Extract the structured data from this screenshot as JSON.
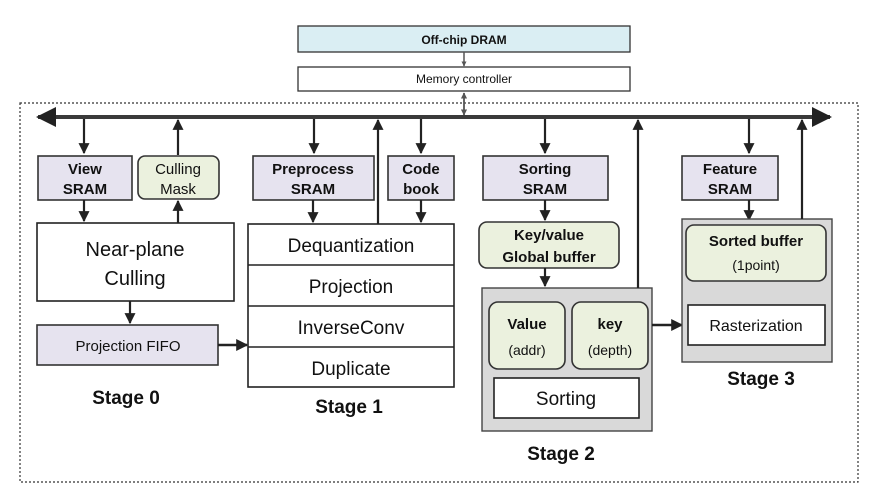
{
  "top": {
    "dram": "Off-chip DRAM",
    "controller": "Memory controller"
  },
  "stage0": {
    "view_sram": [
      "View",
      "SRAM"
    ],
    "culling_mask": [
      "Culling",
      "Mask"
    ],
    "near_plane": [
      "Near-plane",
      "Culling"
    ],
    "fifo": "Projection FIFO",
    "label": "Stage 0"
  },
  "stage1": {
    "preprocess_sram": [
      "Preprocess",
      "SRAM"
    ],
    "code_book": [
      "Code",
      "book"
    ],
    "ops": [
      "Dequantization",
      "Projection",
      "InverseConv",
      "Duplicate"
    ],
    "label": "Stage 1"
  },
  "stage2": {
    "sorting_sram": [
      "Sorting",
      "SRAM"
    ],
    "kv_buffer": [
      "Key/value",
      "Global buffer"
    ],
    "value": "Value",
    "value_sub": "(addr)",
    "key": "key",
    "key_sub": "(depth)",
    "sorting": "Sorting",
    "label": "Stage 2"
  },
  "stage3": {
    "feature_sram": [
      "Feature",
      "SRAM"
    ],
    "sorted_buffer": "Sorted buffer",
    "sorted_buffer_sub": "(1point)",
    "rasterization": "Rasterization",
    "label": "Stage 3"
  },
  "colors": {
    "dram_fill": "#daeef3",
    "sram_fill": "#e6e3ef",
    "mask_fill": "#ebf1de",
    "stage_gray": "#d9d9d9",
    "line": "#3a3a3a"
  }
}
